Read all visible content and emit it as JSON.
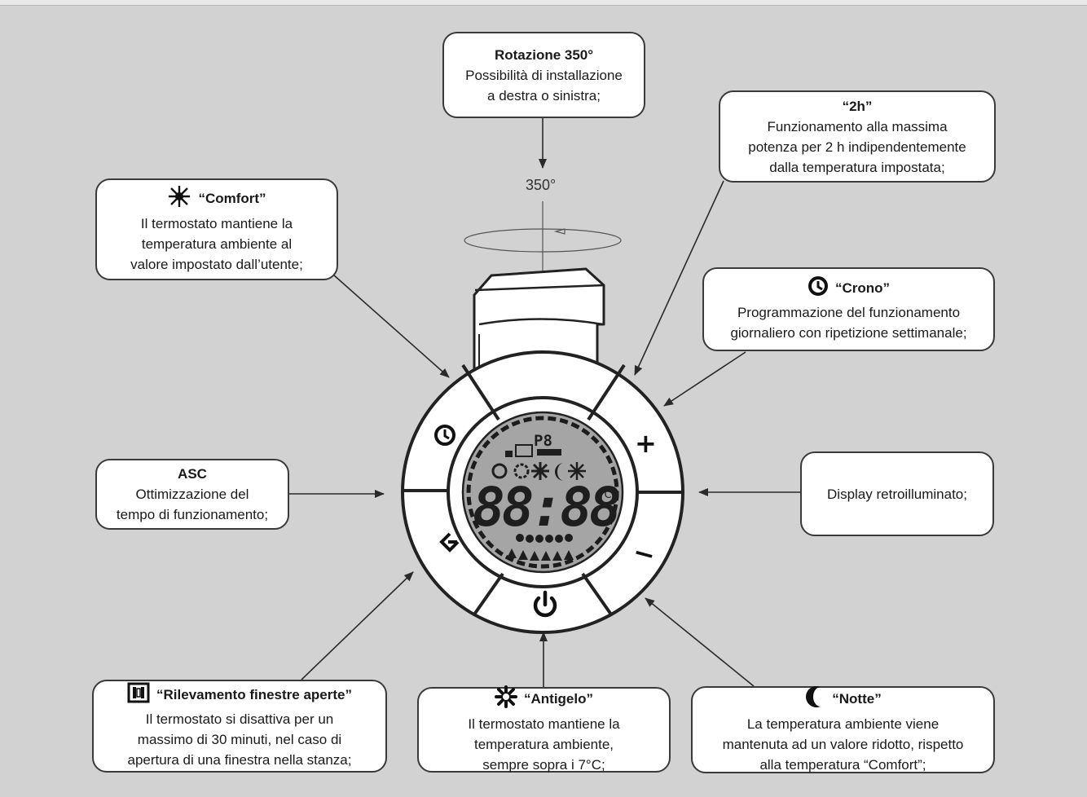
{
  "angle_label": "350°",
  "callouts": {
    "rotation": {
      "title": "Rotazione 350°",
      "body": "Possibilità di installazione\na destra o sinistra;"
    },
    "two_hours": {
      "title": "“2h”",
      "body": "Funzionamento alla massima\npotenza per 2 h indipendentemente\ndalla temperatura impostata;"
    },
    "comfort": {
      "title": "“Comfort”",
      "icon": "sun-icon",
      "body": "Il termostato mantiene la\ntemperatura ambiente al\nvalore impostato dall’utente;"
    },
    "crono": {
      "title": "“Crono”",
      "icon": "clock-icon",
      "body": "Programmazione del funzionamento\ngiornaliero con ripetizione settimanale;"
    },
    "asc": {
      "title": "ASC",
      "body": "Ottimizzazione del\ntempo di funzionamento;"
    },
    "display": {
      "title": "",
      "body": "Display retroilluminato;"
    },
    "window": {
      "title": "“Rilevamento finestre aperte”",
      "icon": "window-icon",
      "body": "Il termostato si disattiva per  un\nmassimo di 30 minuti, nel caso di\napertura di una finestra nella stanza;"
    },
    "antifreeze": {
      "title": "“Antigelo”",
      "icon": "snowflake-icon",
      "body": "Il termostato mantiene la\ntemperatura ambiente,\nsempre sopra i 7°C;"
    },
    "night": {
      "title": "“Notte”",
      "icon": "moon-icon",
      "body": "La temperatura ambiente viene\nmantenuta ad un valore ridotto, rispetto\nalla temperatura “Comfort”;"
    }
  },
  "device": {
    "display_digits": "88:88",
    "display_unit": "°C",
    "display_small": "P8",
    "plus_label": "+",
    "minus_label": "−"
  },
  "colors": {
    "background": "#d2d2d3",
    "device_body": "#ffffff",
    "lcd": "#a5a5a6",
    "outline": "#222222"
  }
}
